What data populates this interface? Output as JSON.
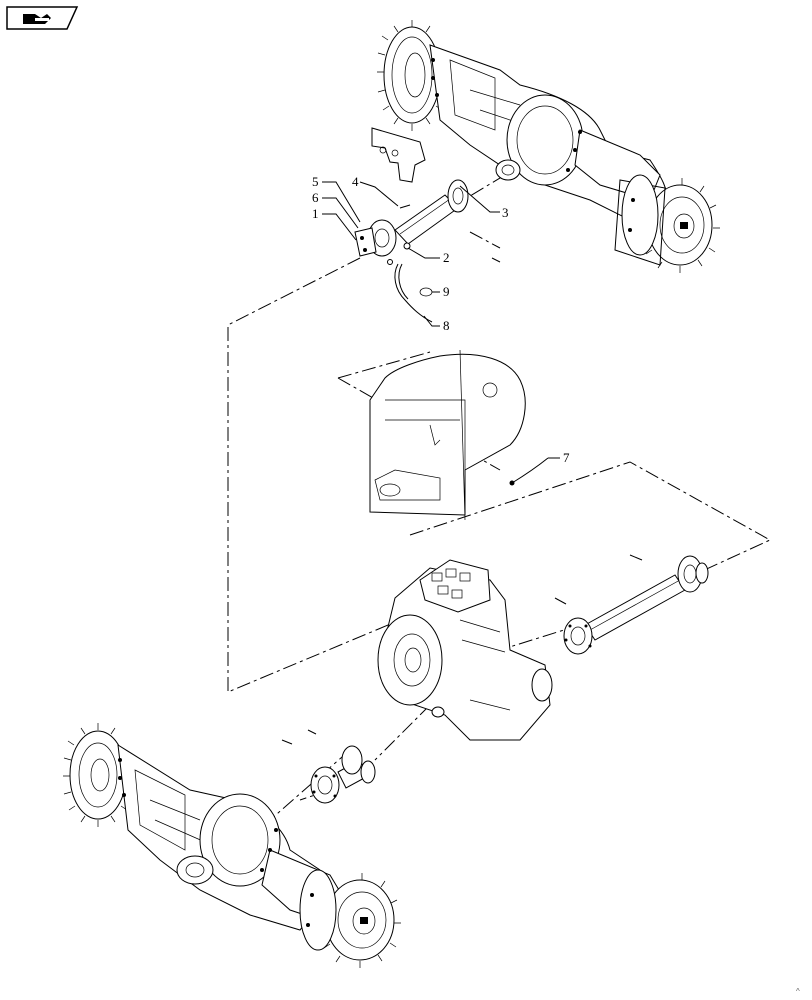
{
  "nav": {
    "icon": "arrow-to-page-icon",
    "accent": "#000000"
  },
  "callouts": {
    "c1": "1",
    "c2": "2",
    "c3": "3",
    "c4": "4",
    "c5": "5",
    "c6": "6",
    "c7": "7",
    "c8": "8",
    "c9": "9"
  },
  "colors": {
    "line": "#000000",
    "background": "#ffffff"
  }
}
